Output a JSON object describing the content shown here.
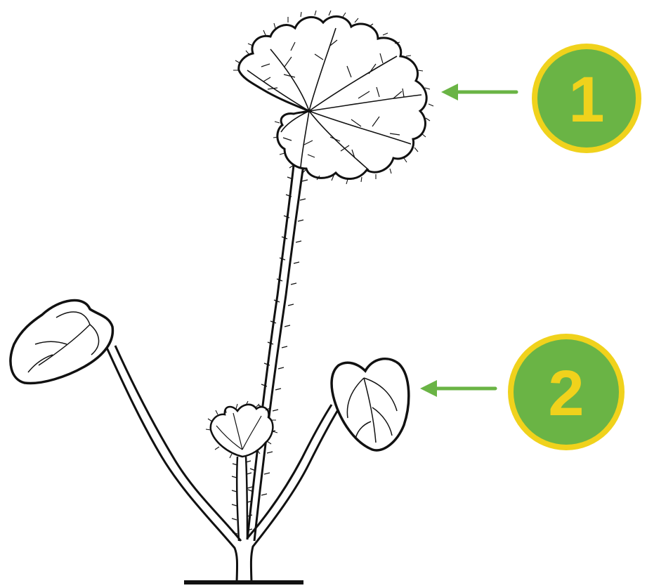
{
  "colors": {
    "line": "#111111",
    "paper": "#ffffff",
    "arrow": "#6ab445",
    "badge_fill": "#6ab445",
    "badge_ring": "#f0d21c",
    "badge_text": "#f0d21c"
  },
  "callouts": [
    {
      "label": "1",
      "points_to": "mature-leaf",
      "icon": "left-arrow-icon"
    },
    {
      "label": "2",
      "points_to": "seed-leaf",
      "icon": "left-arrow-icon"
    }
  ]
}
